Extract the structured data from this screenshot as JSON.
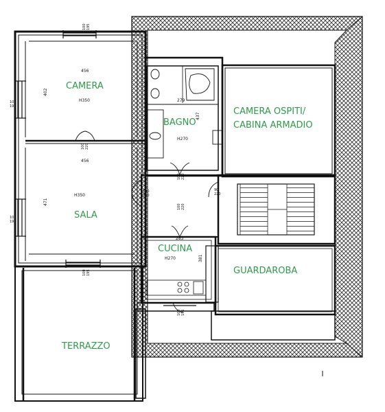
{
  "rooms": {
    "camera": "CAMERA",
    "bagno": "BAGNO",
    "camera_ospiti_line1": "CAMERA OSPITI/",
    "camera_ospiti_line2": "CABINA ARMADIO",
    "sala": "SALA",
    "cucina": "CUCINA",
    "guardaroba": "GUARDAROBA",
    "terrazzo": "TERRAZZO"
  },
  "dimensions": {
    "camera_width": "456",
    "camera_depth": "402",
    "camera_height": "H350",
    "sala_width": "456",
    "sala_depth": "471",
    "sala_height": "H350",
    "bagno_width": "279",
    "bagno_depth": "437",
    "bagno_height": "H270",
    "cucina_width": "283",
    "cucina_depth": "381",
    "cucina_height": "H270",
    "top_window_a": "100",
    "top_window_b": "195",
    "camera_window_a": "100",
    "camera_window_b": "195",
    "camera_door_a": "100",
    "camera_door_b": "220",
    "sala_window_a": "100",
    "sala_window_b": "195",
    "sala_bottom_window_a": "100",
    "sala_bottom_window_b": "195",
    "hall_door_left_a": "100",
    "hall_door_left_b": "220",
    "hall_door_top_a": "100",
    "hall_door_top_b": "220",
    "hall_door_bottom_a": "100",
    "hall_door_bottom_b": "220",
    "hall_door_right_a": "90",
    "hall_door_right_b": "220",
    "kitchen_window_a": "100",
    "kitchen_window_b": "195"
  },
  "colors": {
    "label_green": "#2e9a4a",
    "wall": "#1a1a1a",
    "roof_hatch": "#3a3a3a"
  }
}
